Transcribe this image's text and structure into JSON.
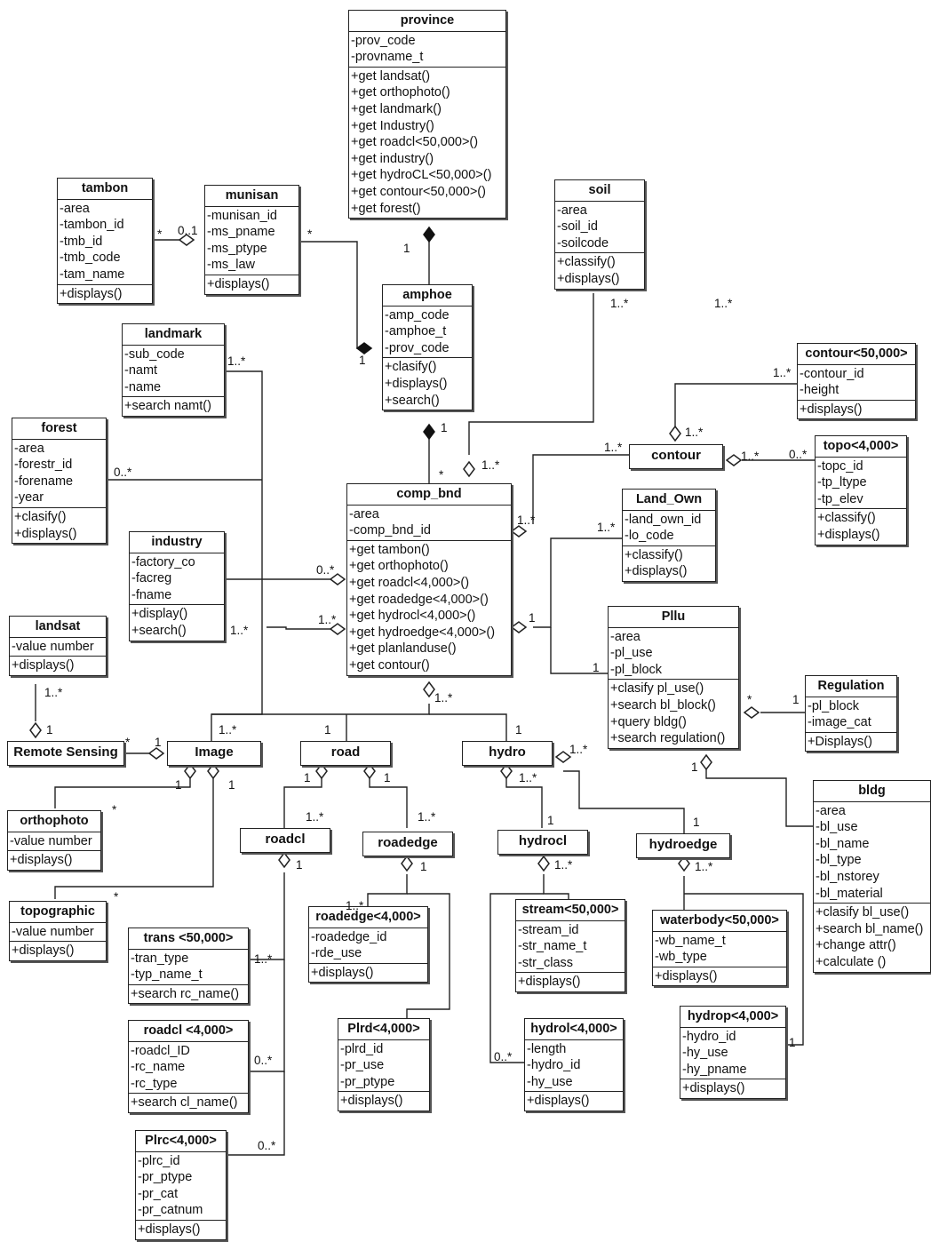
{
  "classes": {
    "province": {
      "name": "province",
      "attrs": [
        "-prov_code",
        "-provname_t"
      ],
      "ops": [
        "+get landsat()",
        "+get orthophoto()",
        "+get landmark()",
        "+get Industry()",
        "+get roadcl<50,000>()",
        "+get industry()",
        "+get hydroCL<50,000>()",
        "+get contour<50,000>()",
        "+get forest()"
      ]
    },
    "tambon": {
      "name": "tambon",
      "attrs": [
        "-area",
        "-tambon_id",
        "-tmb_id",
        "-tmb_code",
        "-tam_name"
      ],
      "ops": [
        "+displays()"
      ]
    },
    "munisan": {
      "name": "munisan",
      "attrs": [
        "-munisan_id",
        "-ms_pname",
        "-ms_ptype",
        "-ms_law"
      ],
      "ops": [
        "+displays()"
      ]
    },
    "soil": {
      "name": "soil",
      "attrs": [
        "-area",
        "-soil_id",
        "-soilcode"
      ],
      "ops": [
        "+classify()",
        "+displays()"
      ]
    },
    "amphoe": {
      "name": "amphoe",
      "attrs": [
        "-amp_code",
        "-amphoe_t",
        "-prov_code"
      ],
      "ops": [
        "+clasify()",
        "+displays()",
        "+search()"
      ]
    },
    "landmark": {
      "name": "landmark",
      "attrs": [
        "-sub_code",
        "-namt",
        "-name"
      ],
      "ops": [
        "+search namt()"
      ]
    },
    "contour50": {
      "name": "contour<50,000>",
      "attrs": [
        "-contour_id",
        "-height"
      ],
      "ops": [
        "+displays()"
      ]
    },
    "forest": {
      "name": "forest",
      "attrs": [
        "-area",
        "-forestr_id",
        "-forename",
        "-year"
      ],
      "ops": [
        "+clasify()",
        "+displays()"
      ]
    },
    "topo": {
      "name": "topo<4,000>",
      "attrs": [
        "-topc_id",
        "-tp_ltype",
        "-tp_elev"
      ],
      "ops": [
        "+classify()",
        "+displays()"
      ]
    },
    "comp_bnd": {
      "name": "comp_bnd",
      "attrs": [
        "-area",
        "-comp_bnd_id"
      ],
      "ops": [
        "+get tambon()",
        "+get orthophoto()",
        "+get roadcl<4,000>()",
        "+get roadedge<4,000>()",
        "+get hydrocl<4,000>()",
        "+get hydroedge<4,000>()",
        "+get planlanduse()",
        "+get contour()"
      ]
    },
    "land_own": {
      "name": "Land_Own",
      "attrs": [
        "-land_own_id",
        "-lo_code"
      ],
      "ops": [
        "+classify()",
        "+displays()"
      ]
    },
    "industry": {
      "name": "industry",
      "attrs": [
        "-factory_co",
        "-facreg",
        "-fname"
      ],
      "ops": [
        "+display()",
        "+search()"
      ]
    },
    "landsat": {
      "name": "landsat",
      "attrs": [
        "-value number"
      ],
      "ops": [
        "+displays()"
      ]
    },
    "pllu": {
      "name": "Pllu",
      "attrs": [
        "-area",
        "-pl_use",
        "-pl_block"
      ],
      "ops": [
        "+clasify pl_use()",
        "+search bl_block()",
        "+query bldg()",
        "+search regulation()"
      ]
    },
    "regulation": {
      "name": "Regulation",
      "attrs": [
        "-pl_block",
        "-image_cat"
      ],
      "ops": [
        "+Displays()"
      ]
    },
    "bldg": {
      "name": "bldg",
      "attrs": [
        "-area",
        "-bl_use",
        "-bl_name",
        "-bl_type",
        "-bl_nstorey",
        "-bl_material"
      ],
      "ops": [
        "+clasify bl_use()",
        "+search bl_name()",
        "+change attr()",
        "+calculate ()"
      ]
    },
    "orthophoto": {
      "name": "orthophoto",
      "attrs": [
        "-value number"
      ],
      "ops": [
        "+displays()"
      ]
    },
    "topographic": {
      "name": "topographic",
      "attrs": [
        "-value number"
      ],
      "ops": [
        "+displays()"
      ]
    },
    "trans": {
      "name": "trans <50,000>",
      "attrs": [
        "-tran_type",
        "-typ_name_t"
      ],
      "ops": [
        "+search rc_name()"
      ]
    },
    "roadcl4000": {
      "name": "roadcl <4,000>",
      "attrs": [
        "-roadcl_ID",
        "-rc_name",
        "-rc_type"
      ],
      "ops": [
        "+search cl_name()"
      ]
    },
    "plrc": {
      "name": "Plrc<4,000>",
      "attrs": [
        "-plrc_id",
        "-pr_ptype",
        "-pr_cat",
        "-pr_catnum"
      ],
      "ops": [
        "+displays()"
      ]
    },
    "roadedge4000": {
      "name": "roadedge<4,000>",
      "attrs": [
        "-roadedge_id",
        "-rde_use"
      ],
      "ops": [
        "+displays()"
      ]
    },
    "plrd": {
      "name": "Plrd<4,000>",
      "attrs": [
        "-plrd_id",
        "-pr_use",
        "-pr_ptype"
      ],
      "ops": [
        "+displays()"
      ]
    },
    "stream": {
      "name": "stream<50,000>",
      "attrs": [
        "-stream_id",
        "-str_name_t",
        "-str_class"
      ],
      "ops": [
        "+displays()"
      ]
    },
    "hydrol": {
      "name": "hydrol<4,000>",
      "attrs": [
        "-length",
        "-hydro_id",
        "-hy_use"
      ],
      "ops": [
        "+displays()"
      ]
    },
    "waterbody": {
      "name": "waterbody<50,000>",
      "attrs": [
        "-wb_name_t",
        "-wb_type"
      ],
      "ops": [
        "+displays()"
      ]
    },
    "hydrop": {
      "name": "hydrop<4,000>",
      "attrs": [
        "-hydro_id",
        "-hy_use",
        "-hy_pname"
      ],
      "ops": [
        "+displays()"
      ]
    }
  },
  "boxes": {
    "contour": "contour",
    "remote_sensing": "Remote Sensing",
    "image": "Image",
    "road": "road",
    "hydro": "hydro",
    "roadcl": "roadcl",
    "roadedge": "roadedge",
    "hydrocl": "hydrocl",
    "hydroedge": "hydroedge"
  },
  "multiplicities": [
    "*",
    "0..1",
    "*",
    "1",
    "1",
    "1..*",
    "1..*",
    "1..*",
    "1..*",
    "1",
    "*",
    "1..*",
    "0..*",
    "1..*",
    "1..*",
    "1..*",
    "1..*",
    "0..*",
    "1..*",
    "1",
    "0..*",
    "1..*",
    "1",
    "1",
    "1..*",
    "*",
    "1",
    "1",
    "*",
    "1",
    "1..*",
    "1..*",
    "1..*",
    "1",
    "1",
    "1",
    "1",
    "1",
    "1",
    "1..*",
    "1..*",
    "1..*",
    "1..*",
    "1",
    "1",
    "1",
    "1",
    "1..*",
    "1..*",
    "1..*",
    "1..*",
    "0..*",
    "0..*",
    "0..*",
    "*",
    "*",
    "1"
  ]
}
